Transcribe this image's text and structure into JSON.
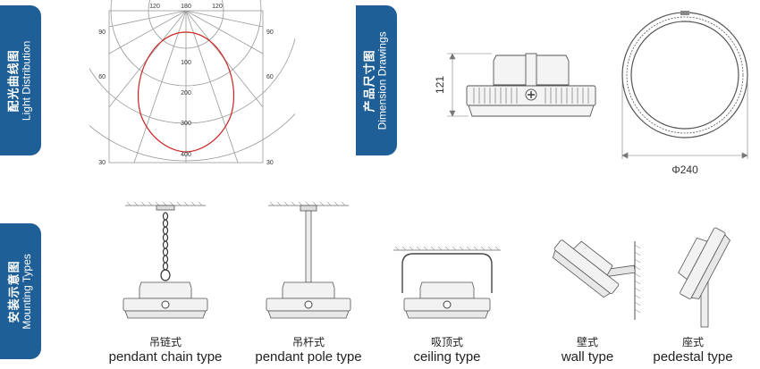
{
  "sections": {
    "light_distribution": {
      "cn": "配光曲线图",
      "en": "Light Distribution"
    },
    "dimension": {
      "cn": "产品尺寸图",
      "en": "Dimension Drawings"
    },
    "mounting": {
      "cn": "安装示意图",
      "en": "Mounting Types"
    }
  },
  "polar": {
    "top_labels": [
      "120",
      "180",
      "120"
    ],
    "side_labels": [
      "90",
      "60",
      "30"
    ],
    "radial_labels": [
      "100",
      "200",
      "300",
      "400"
    ],
    "curve_color": "#cc2222"
  },
  "dimensions": {
    "height": "121",
    "diameter": "Φ240"
  },
  "mounting_types": [
    {
      "cn": "吊链式",
      "en": "pendant chain type"
    },
    {
      "cn": "吊杆式",
      "en": "pendant pole type"
    },
    {
      "cn": "吸顶式",
      "en": "ceiling type"
    },
    {
      "cn": "壁式",
      "en": "wall type"
    },
    {
      "cn": "座式",
      "en": "pedestal type"
    }
  ]
}
